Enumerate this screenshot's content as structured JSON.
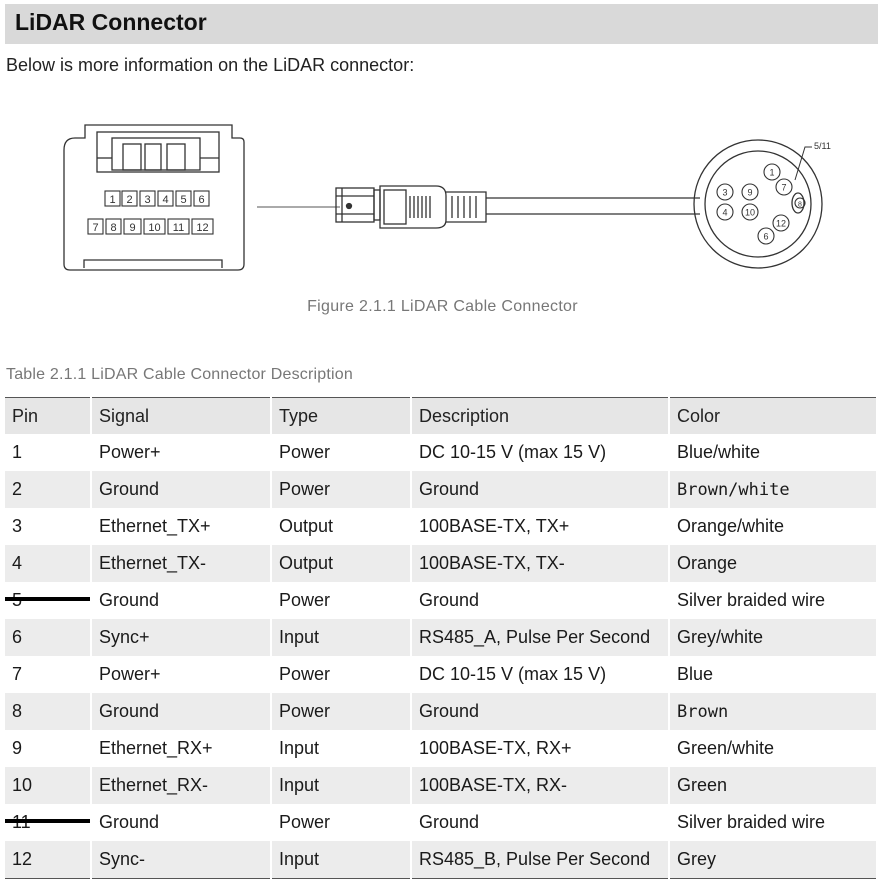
{
  "header": {
    "title": "LiDAR Connector"
  },
  "intro_text": "Below is more information on the LiDAR connector:",
  "figure": {
    "caption": "Figure 2.1.1 LiDAR Cable Connector",
    "connector_pins_top": [
      "1",
      "2",
      "3",
      "4",
      "5",
      "6"
    ],
    "connector_pins_bottom": [
      "7",
      "8",
      "9",
      "10",
      "11",
      "12"
    ],
    "round_pins": [
      "1",
      "7",
      "3",
      "9",
      "4",
      "10",
      "8",
      "12",
      "6"
    ],
    "callout_label": "5/11"
  },
  "table": {
    "caption": "Table 2.1.1 LiDAR Cable Connector Description",
    "headers": [
      "Pin",
      "Signal",
      "Type",
      "Description",
      "Color"
    ],
    "rows": [
      {
        "pin": "1",
        "signal": "Power+",
        "type": "Power",
        "description": "DC 10-15 V (max 15 V)",
        "color": "Blue/white"
      },
      {
        "pin": "2",
        "signal": "Ground",
        "type": "Power",
        "description": "Ground",
        "color": "Brown/white"
      },
      {
        "pin": "3",
        "signal": "Ethernet_TX+",
        "type": "Output",
        "description": "100BASE-TX, TX+",
        "color": "Orange/white"
      },
      {
        "pin": "4",
        "signal": "Ethernet_TX-",
        "type": "Output",
        "description": "100BASE-TX, TX-",
        "color": "Orange"
      },
      {
        "pin": "5",
        "signal": "Ground",
        "type": "Power",
        "description": "Ground",
        "color": "Silver braided wire"
      },
      {
        "pin": "6",
        "signal": "Sync+",
        "type": "Input",
        "description": "RS485_A, Pulse Per Second",
        "color": "Grey/white"
      },
      {
        "pin": "7",
        "signal": "Power+",
        "type": "Power",
        "description": "DC 10-15 V (max 15 V)",
        "color": "Blue"
      },
      {
        "pin": "8",
        "signal": "Ground",
        "type": "Power",
        "description": "Ground",
        "color": "Brown"
      },
      {
        "pin": "9",
        "signal": "Ethernet_RX+",
        "type": "Input",
        "description": "100BASE-TX, RX+",
        "color": "Green/white"
      },
      {
        "pin": "10",
        "signal": "Ethernet_RX-",
        "type": "Input",
        "description": "100BASE-TX, RX-",
        "color": "Green"
      },
      {
        "pin": "11",
        "signal": "Ground",
        "type": "Power",
        "description": "Ground",
        "color": "Silver braided wire"
      },
      {
        "pin": "12",
        "signal": "Sync-",
        "type": "Input",
        "description": "RS485_B, Pulse Per Second",
        "color": "Grey"
      }
    ]
  }
}
